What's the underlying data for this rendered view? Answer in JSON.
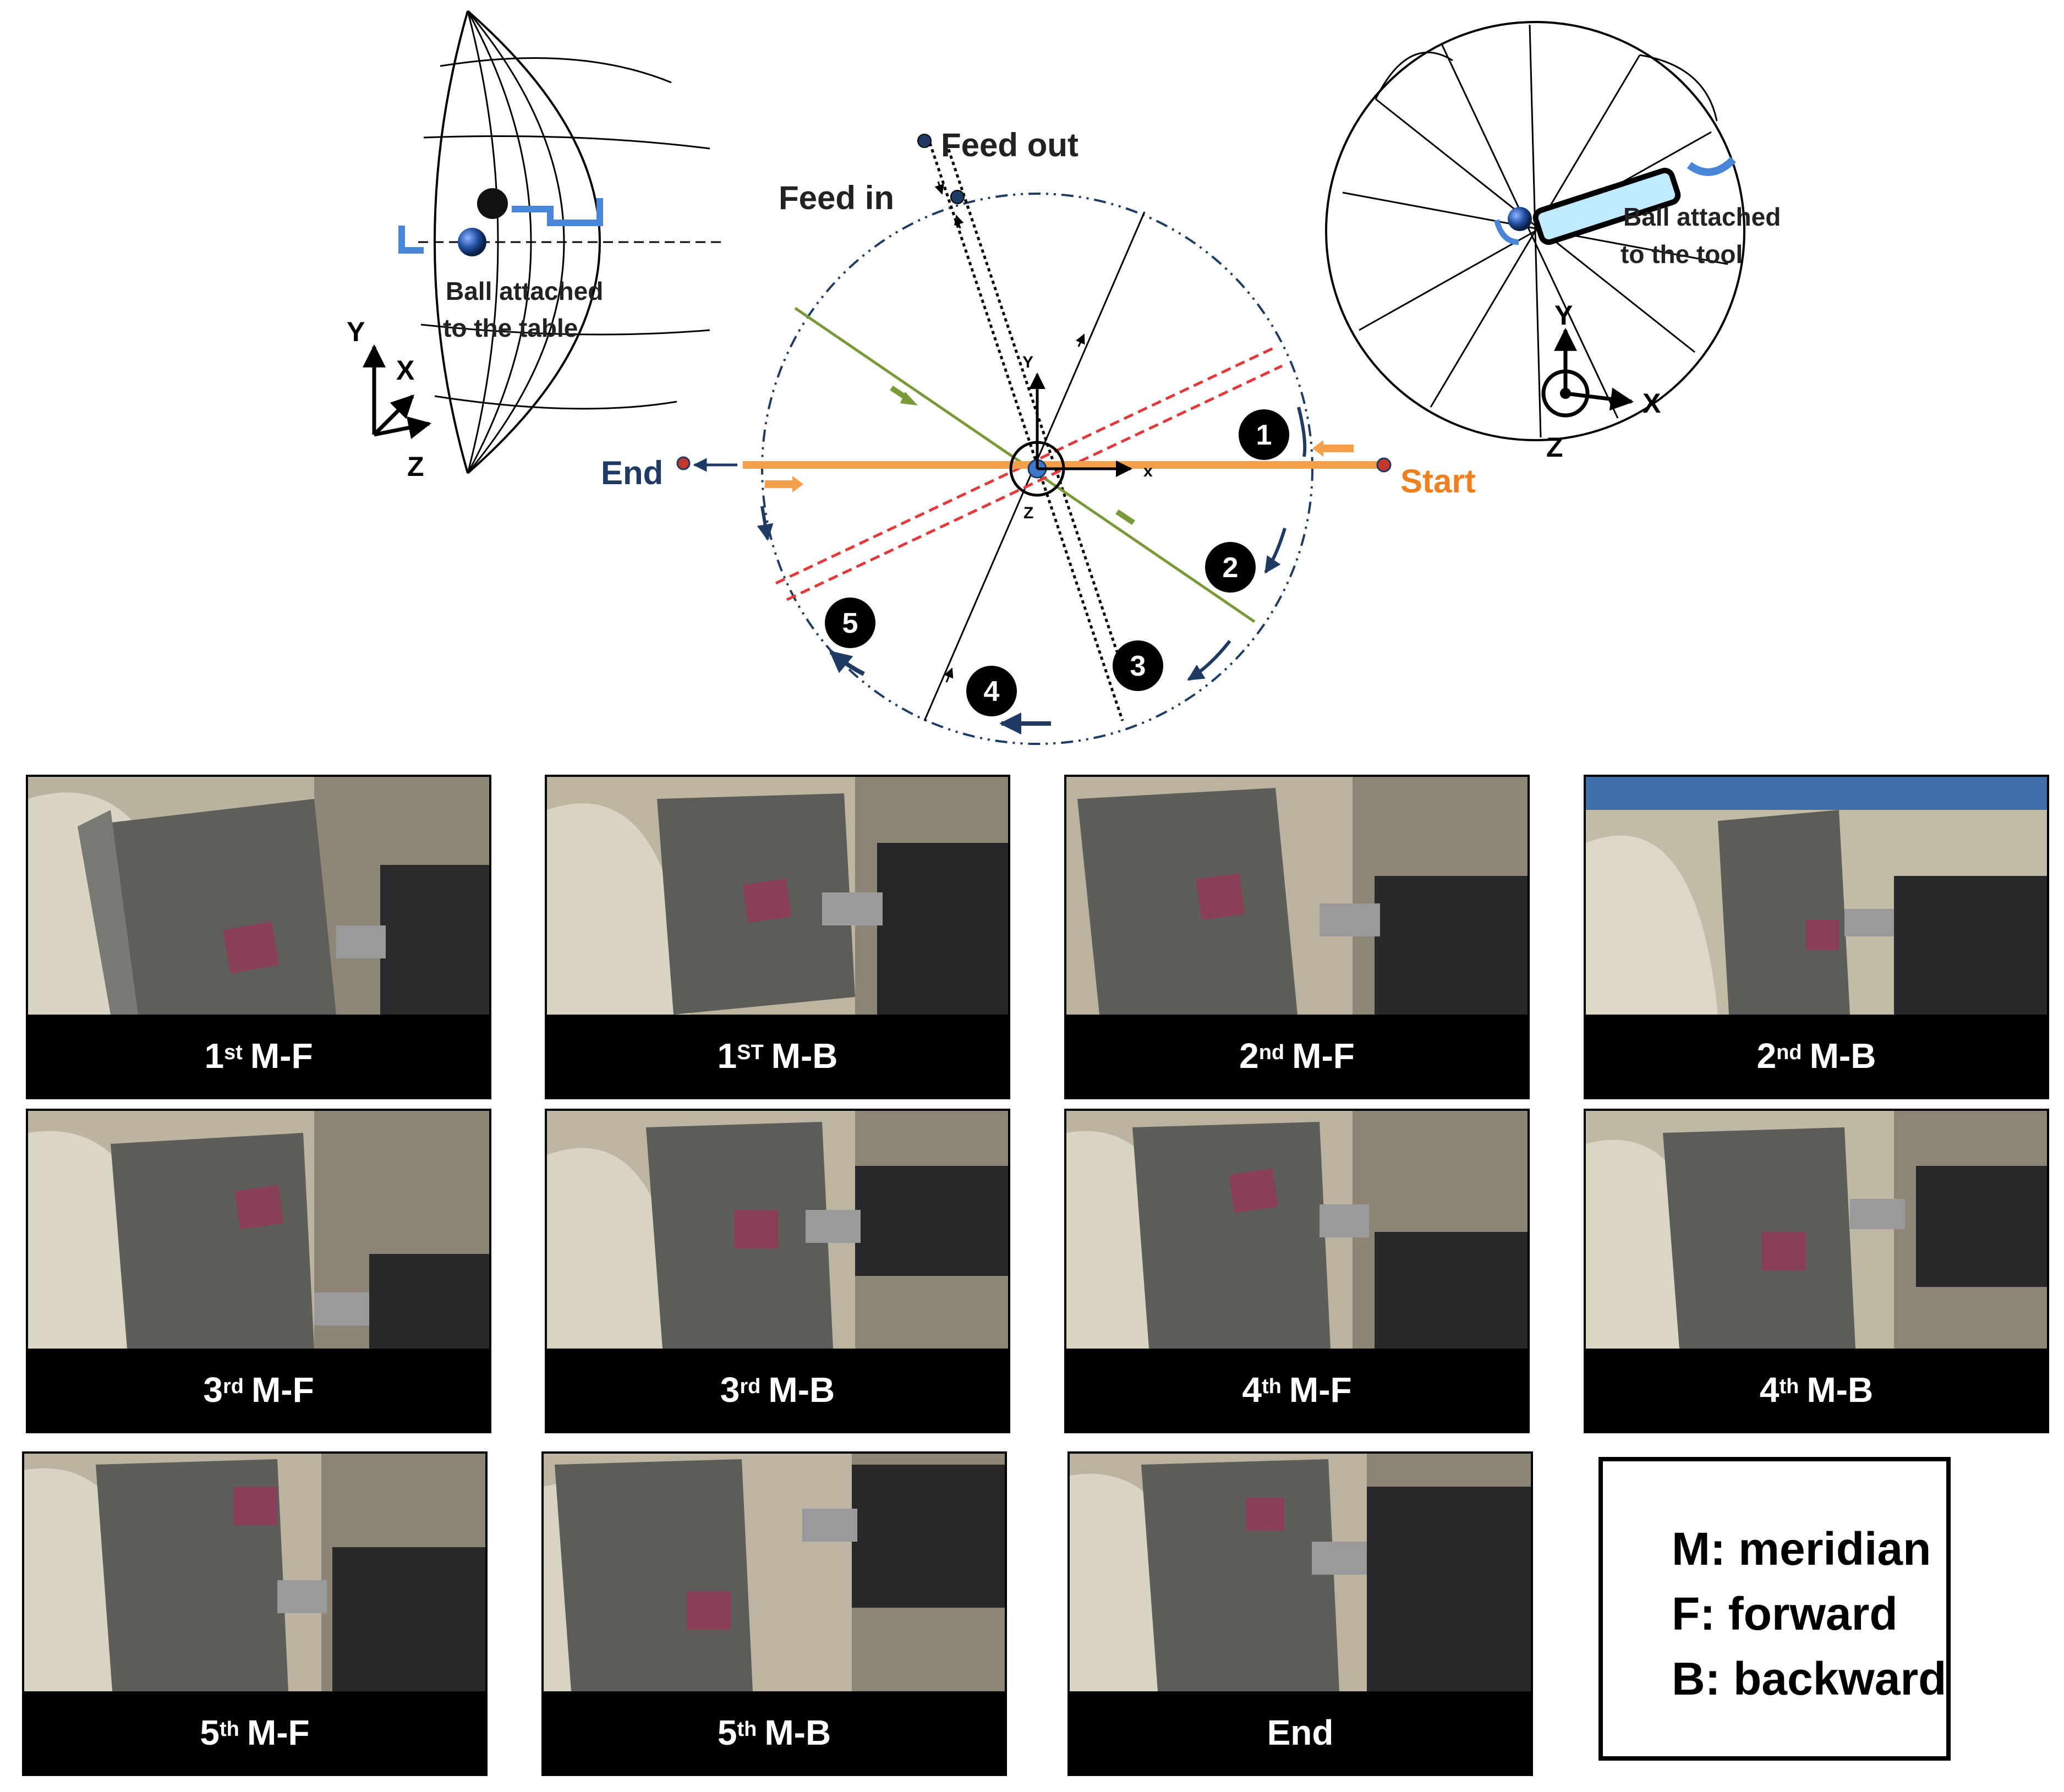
{
  "diagram": {
    "labels": {
      "feed_out": "Feed out",
      "feed_in": "Feed in",
      "start": "Start",
      "end": "End",
      "ball_table_line1": "Ball attached",
      "ball_table_line2": "to the table",
      "ball_tool_line1": "Ball attached",
      "ball_tool_line2": "to the tool",
      "axis_x": "X",
      "axis_y": "Y",
      "axis_z": "Z",
      "small_axis_x": "x",
      "small_axis_y": "Y",
      "small_axis_z": "Z"
    },
    "steps": [
      "1",
      "2",
      "3",
      "4",
      "5"
    ],
    "colors": {
      "start_path": "#f4a04a",
      "start_label": "#f07f1e",
      "end_label": "#1f3a63",
      "circle": "#1f3a63",
      "green_line": "#7a9a3a",
      "red_line": "#e23a3a",
      "ball": "#1f4fa0"
    }
  },
  "panels": [
    {
      "main": "1",
      "sup": "st",
      "rest": "M-F"
    },
    {
      "main": "1",
      "sup": "ST",
      "rest": "M-B"
    },
    {
      "main": "2",
      "sup": "nd",
      "rest": "M-F"
    },
    {
      "main": "2",
      "sup": "nd",
      "rest": "M-B"
    },
    {
      "main": "3",
      "sup": "rd",
      "rest": "M-F"
    },
    {
      "main": "3",
      "sup": "rd",
      "rest": "M-B"
    },
    {
      "main": "4",
      "sup": "th",
      "rest": "M-F"
    },
    {
      "main": "4",
      "sup": "th",
      "rest": "M-B"
    },
    {
      "main": "5",
      "sup": "th",
      "rest": "M-F"
    },
    {
      "main": "5",
      "sup": "th",
      "rest": "M-B"
    },
    {
      "main": "End",
      "sup": "",
      "rest": ""
    }
  ],
  "legend": {
    "lines": [
      "M: meridian",
      "F: forward",
      "B: backward"
    ]
  }
}
